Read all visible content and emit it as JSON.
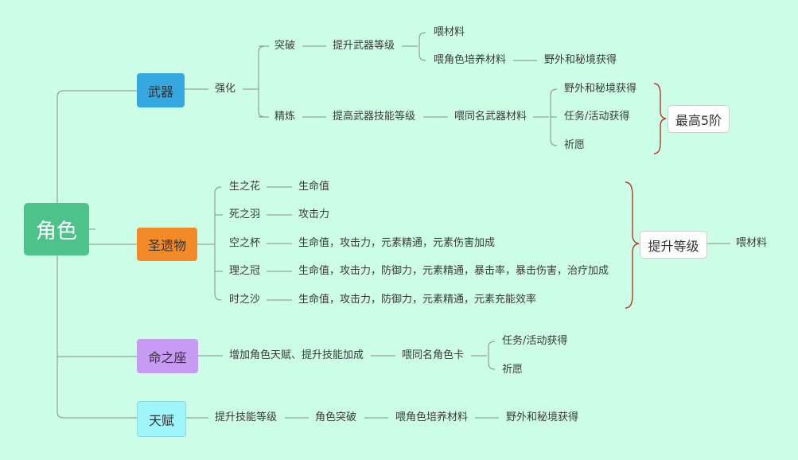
{
  "root": "角色",
  "weapon": {
    "label": "武器",
    "strengthen": "强化",
    "breakthrough": "突破",
    "raise_level": "提升武器等级",
    "feed_material": "喂材料",
    "feed_char_material": "喂角色培养材料",
    "field_domain": "野外和秘境获得",
    "refine": "精炼",
    "raise_skill": "提高武器技能等级",
    "feed_same_weapon": "喂同名武器材料",
    "sources": [
      "野外和秘境获得",
      "任务/活动获得",
      "祈愿"
    ],
    "max_refine": "最高5阶"
  },
  "artifact": {
    "label": "圣遗物",
    "pieces": [
      {
        "name": "生之花",
        "stats": "生命值"
      },
      {
        "name": "死之羽",
        "stats": "攻击力"
      },
      {
        "name": "空之杯",
        "stats": "生命值，攻击力，元素精通，元素伤害加成"
      },
      {
        "name": "理之冠",
        "stats": "生命值，攻击力，防御力，元素精通，暴击率，暴击伤害，治疗加成"
      },
      {
        "name": "时之沙",
        "stats": "生命值，攻击力，防御力，元素精通，元素充能效率"
      }
    ],
    "upgrade": "提升等级",
    "feed": "喂材料"
  },
  "constellation": {
    "label": "命之座",
    "effect": "增加角色天赋、提升技能加成",
    "feed": "喂同名角色卡",
    "sources": [
      "任务/活动获得",
      "祈愿"
    ]
  },
  "talent": {
    "label": "天赋",
    "raise": "提升技能等级",
    "breakthrough": "角色突破",
    "feed": "喂角色培养材料",
    "source": "野外和秘境获得"
  }
}
